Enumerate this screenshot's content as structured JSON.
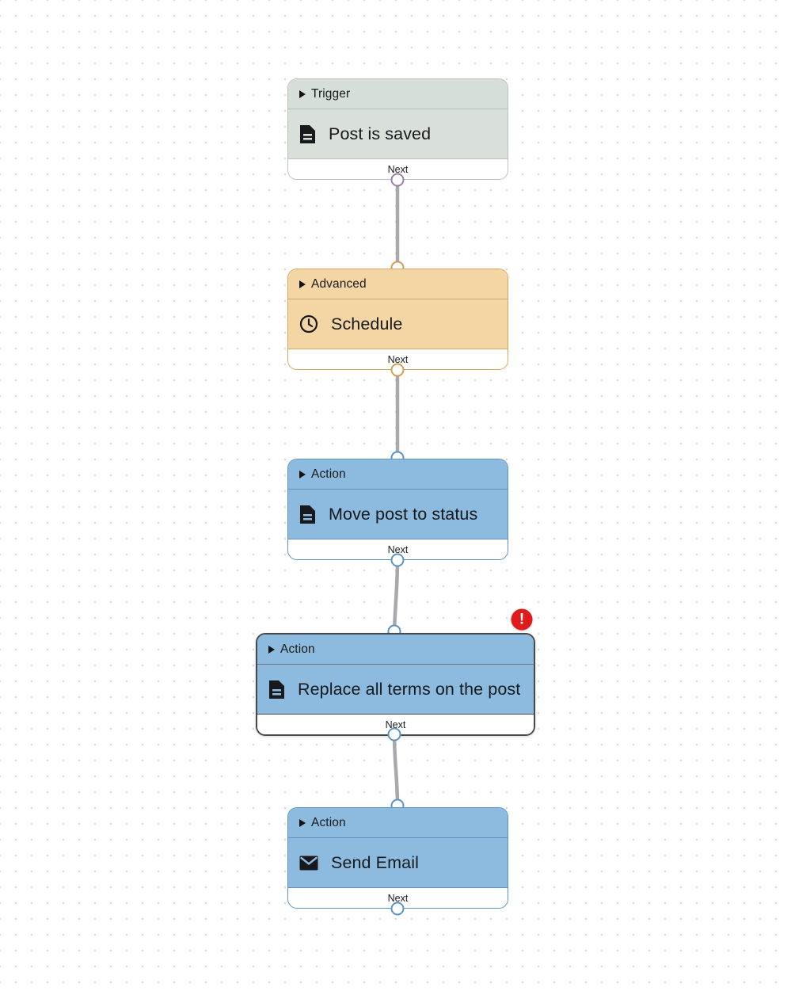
{
  "canvas": {
    "background_color": "#ffffff",
    "grid_dot_color": "#d5d5d8",
    "grid_spacing": "20"
  },
  "colors": {
    "trigger_fill": "#d9e0da",
    "trigger_border": "#b9c3bb",
    "trigger_port": "#9a7fae",
    "advanced_fill": "#f3d6a4",
    "advanced_border": "#d6a85e",
    "advanced_port": "#cf9f54",
    "action_fill": "#8cbbdf",
    "action_border": "#5b94c4",
    "action_port": "#5b94c4",
    "selected_border": "#474a4d",
    "error_badge": "#e01b1b",
    "edge_line": "#a8a8ad"
  },
  "nodes": [
    {
      "id": "trigger-post-is-saved",
      "category": "Trigger",
      "title": "Post is saved",
      "icon": "document-icon",
      "footer_label": "Next",
      "theme": "trigger",
      "selected": false,
      "has_error": false
    },
    {
      "id": "advanced-schedule",
      "category": "Advanced",
      "title": "Schedule",
      "icon": "clock-icon",
      "footer_label": "Next",
      "theme": "advanced",
      "selected": false,
      "has_error": false
    },
    {
      "id": "action-move-post-to-status",
      "category": "Action",
      "title": "Move post to status",
      "icon": "document-icon",
      "footer_label": "Next",
      "theme": "action",
      "selected": false,
      "has_error": false
    },
    {
      "id": "action-replace-all-terms-on-the-post",
      "category": "Action",
      "title": "Replace all terms on the post",
      "icon": "document-icon",
      "footer_label": "Next",
      "theme": "action",
      "selected": true,
      "has_error": true
    },
    {
      "id": "action-send-email",
      "category": "Action",
      "title": "Send Email",
      "icon": "envelope-icon",
      "footer_label": "Next",
      "theme": "action",
      "selected": false,
      "has_error": false
    }
  ],
  "error_badge": {
    "symbol": "!",
    "tooltip_label": "Error"
  }
}
